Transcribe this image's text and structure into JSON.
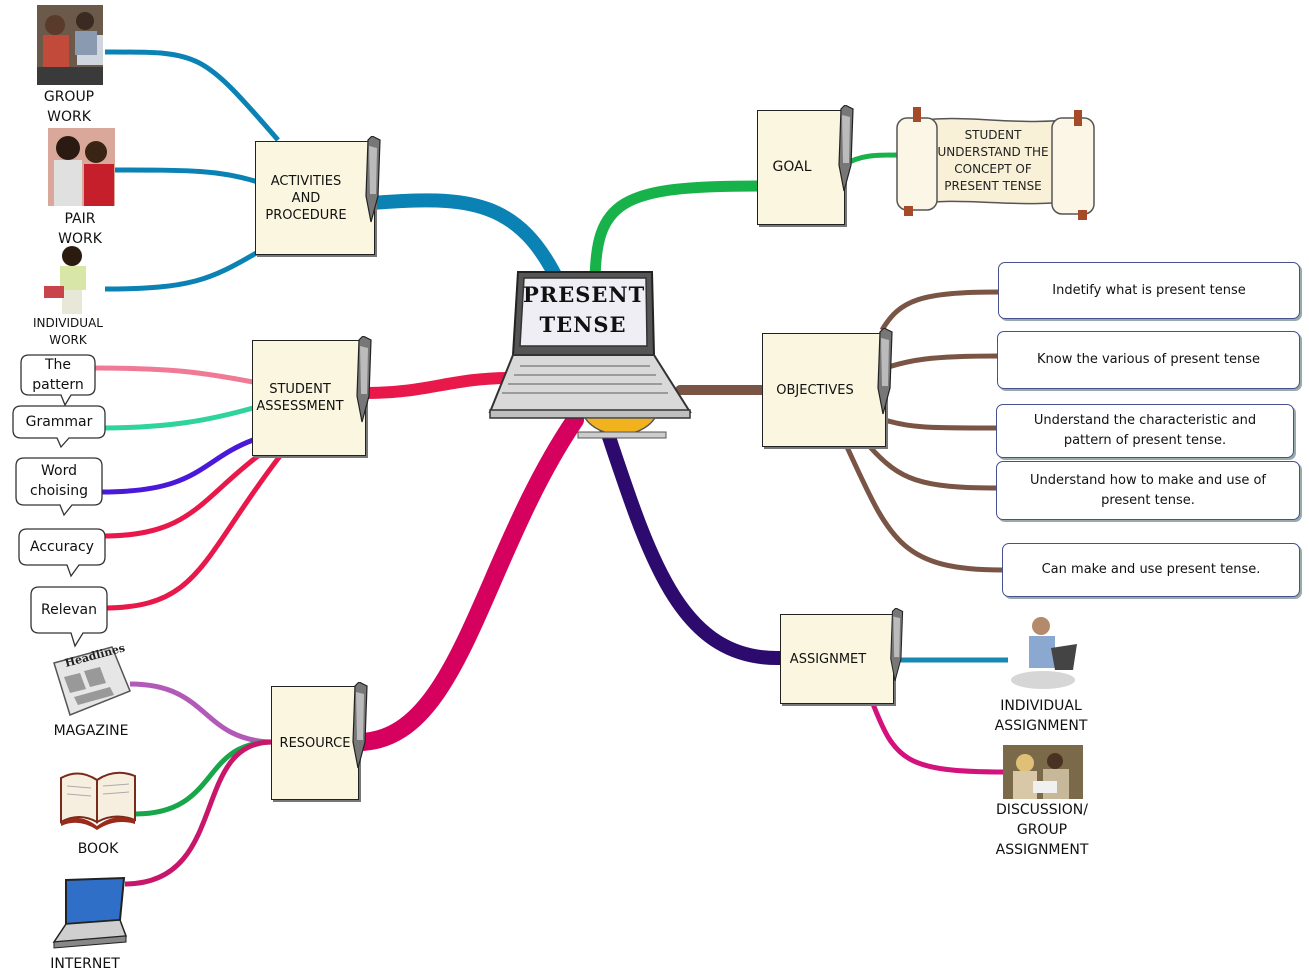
{
  "center": {
    "title_line1": "PRESENT",
    "title_line2": "TENSE"
  },
  "branches": {
    "activities": {
      "label": "ACTIVITIES AND PROCEDURE",
      "children": [
        "GROUP WORK",
        "PAIR WORK",
        "INDIVIDUAL WORK"
      ]
    },
    "assessment": {
      "label": "STUDENT ASSESSMENT",
      "children": [
        "The pattern",
        "Grammar",
        "Word choising",
        "Accuracy",
        "Relevan"
      ]
    },
    "resource": {
      "label": "RESOURCE",
      "children": [
        "MAGAZINE",
        "BOOK",
        "INTERNET"
      ]
    },
    "goal": {
      "label": "GOAL",
      "scroll_text": "STUDENT UNDERSTAND THE CONCEPT OF PRESENT TENSE"
    },
    "objectives": {
      "label": "OBJECTIVES",
      "items": [
        "Indetify what is present tense",
        "Know the various of present tense",
        "Understand the characteristic and pattern of present tense.",
        "Understand how to make and use of present tense.",
        "Can make and use present tense."
      ]
    },
    "assignment": {
      "label": "ASSIGNMET",
      "children": [
        "INDIVIDUAL ASSIGNMENT",
        "DISCUSSION/ GROUP ASSIGNMENT"
      ]
    }
  },
  "newspaper_masthead": "Headlines",
  "colors": {
    "activities": "#0b82b4",
    "assessment": "#e8194a",
    "resource": "#d6005e",
    "goal": "#18b24a",
    "objectives": "#7a5545",
    "assignment": "#2d0a6d",
    "pattern_line": "#f07a95",
    "grammar_line": "#2ed49a",
    "word_line": "#4a18d8",
    "magazine_line": "#b25ab8",
    "book_line": "#18a64a",
    "internet_line": "#c8176a",
    "indiv_assign_line": "#1788b4",
    "group_assign_line": "#d4127e"
  }
}
